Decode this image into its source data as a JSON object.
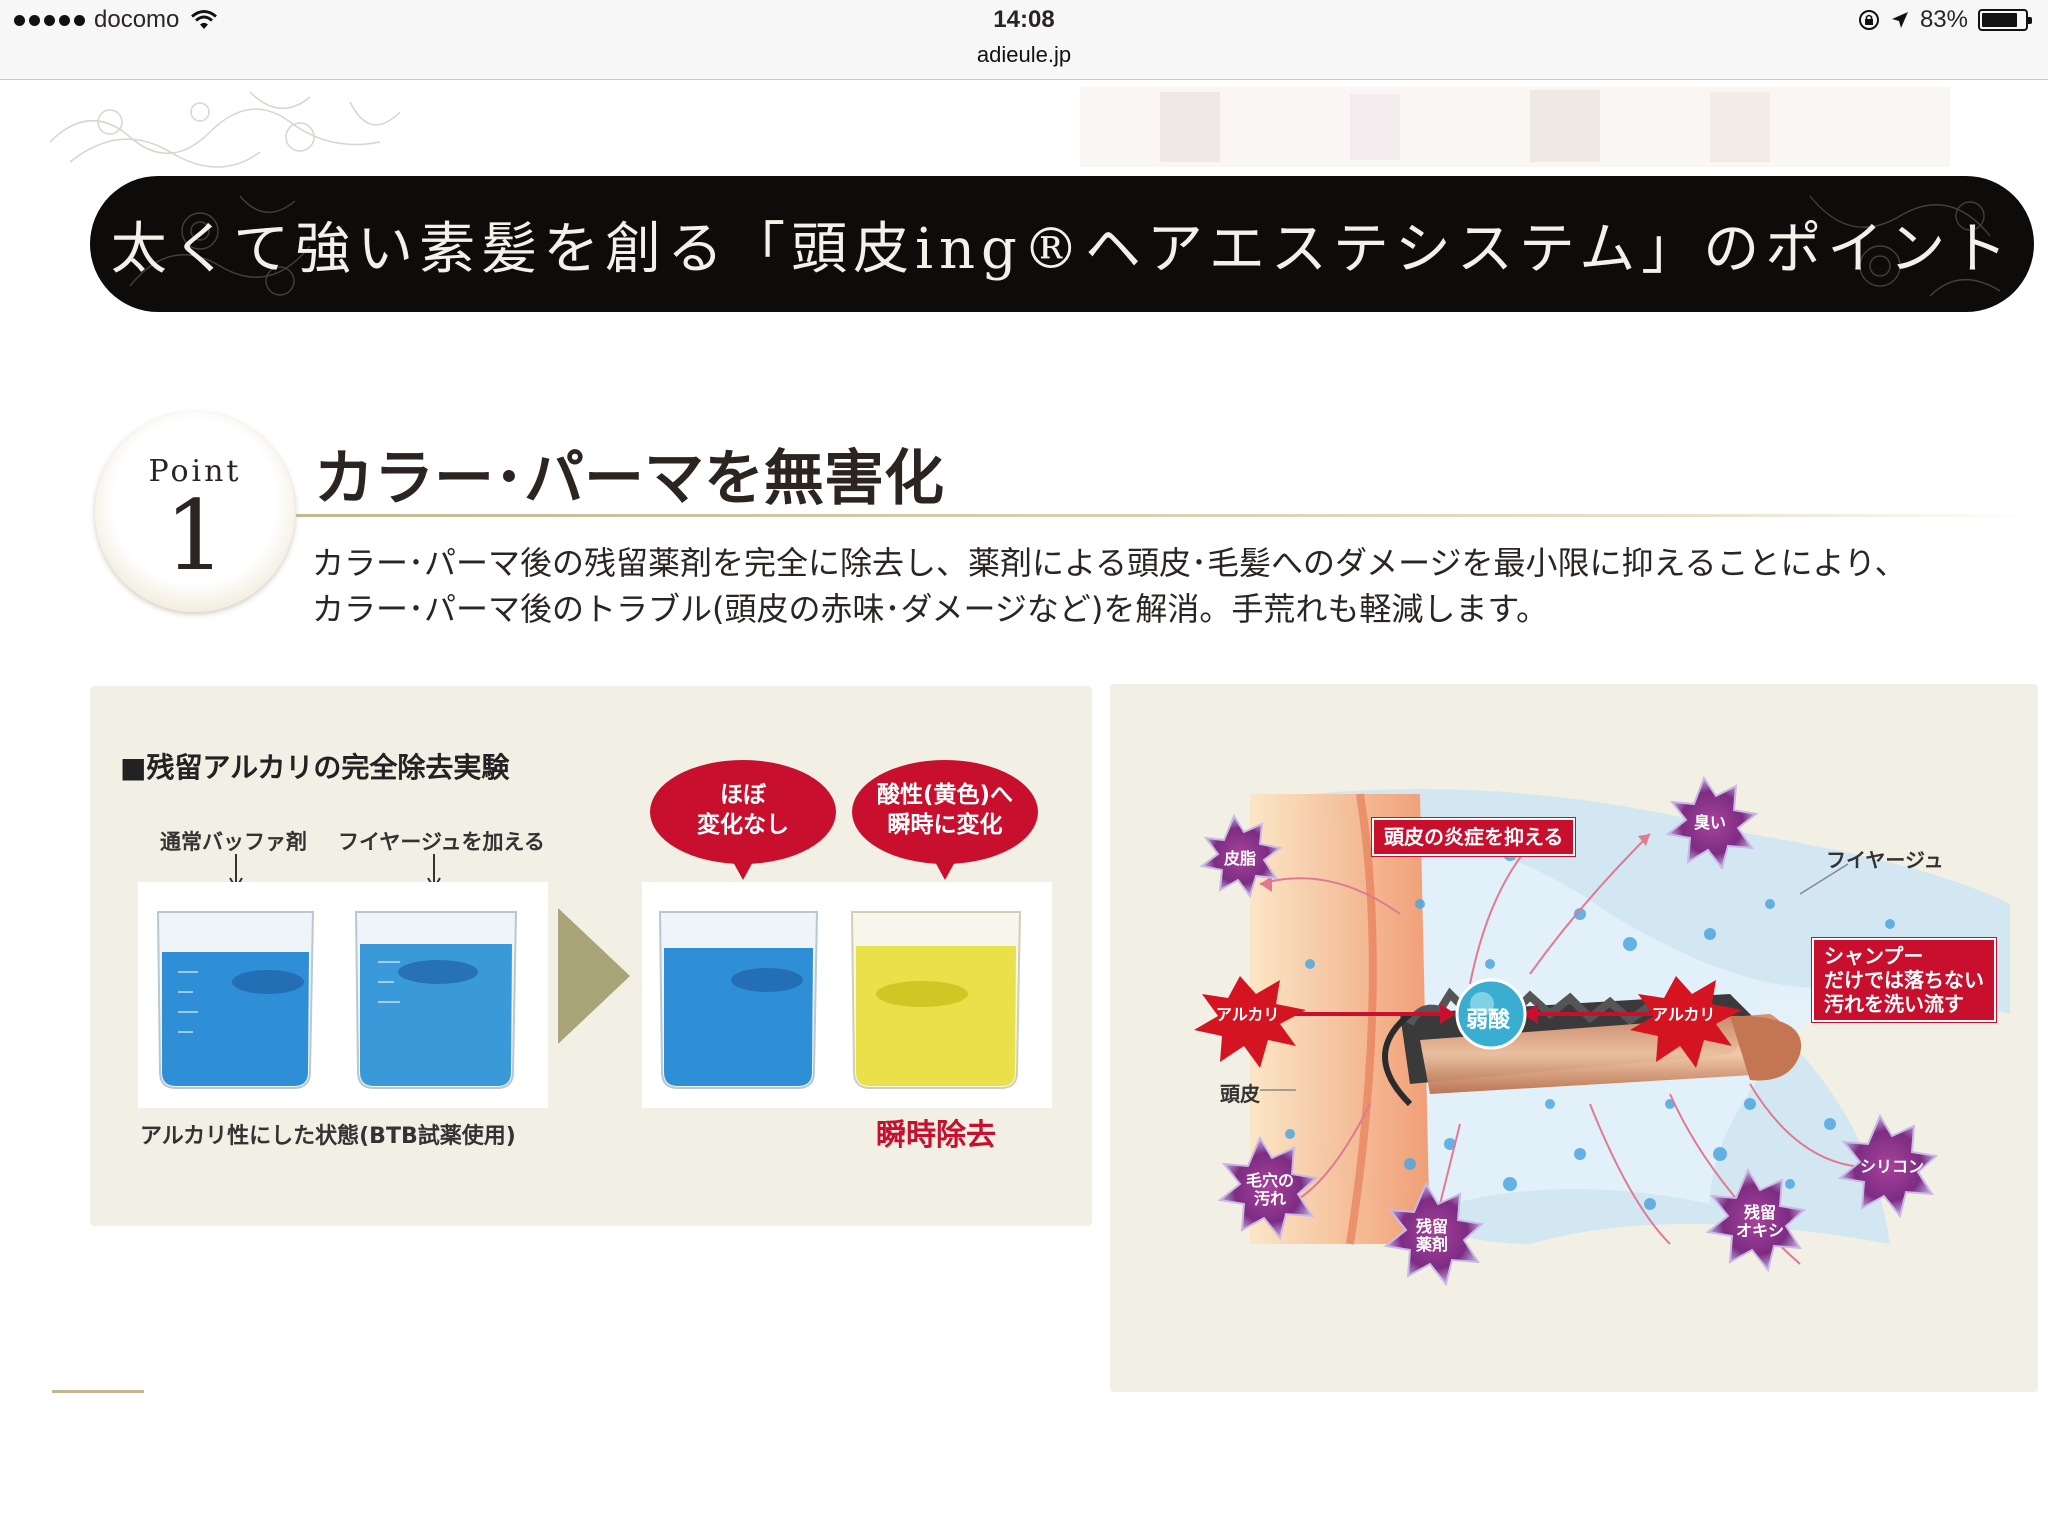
{
  "status_bar": {
    "carrier": "docomo",
    "time": "14:08",
    "url": "adieule.jp",
    "battery": "83%",
    "battery_level": 0.83
  },
  "banner": {
    "title": "太くて強い素髪を創る「頭皮ing®ヘアエステシステム」のポイント"
  },
  "point": {
    "word": "Point",
    "number": "1",
    "title": "カラー･パーマを無害化",
    "description_line1": "カラー･パーマ後の残留薬剤を完全に除去し、薬剤による頭皮･毛髪へのダメージを最小限に抑えることにより、",
    "description_line2": "カラー･パーマ後のトラブル(頭皮の赤味･ダメージなど)を解消。手荒れも軽減します。"
  },
  "experiment": {
    "title": "■残留アルカリの完全除去実験",
    "label_normal": "通常バッファ剤",
    "label_fiyage": "フイヤージュを加える",
    "caption": "アルカリ性にした状態(BTB試薬使用)",
    "bubble_left_line1": "ほぼ",
    "bubble_left_line2": "変化なし",
    "bubble_right_line1": "酸性(黄色)へ",
    "bubble_right_line2": "瞬時に変化",
    "result": "瞬時除去",
    "colors": {
      "blue": "#2f8fd6",
      "yellow": "#e9e04a",
      "red": "#c8102e"
    }
  },
  "diagram": {
    "box_scalp_inflammation": "頭皮の炎症を抑える",
    "box_shampoo_line1": "シャンプー",
    "box_shampoo_line2": "だけでは落ちない",
    "box_shampoo_line3": "汚れを洗い流す",
    "label_fiyage": "フイヤージュ",
    "label_scalp": "頭皮",
    "center": "弱酸",
    "alkali_left": "アルカリ",
    "alkali_right": "アルカリ",
    "burst_sebum": "皮脂",
    "burst_odor": "臭い",
    "burst_pore_line1": "毛穴の",
    "burst_pore_line2": "汚れ",
    "burst_residual_drug_line1": "残留",
    "burst_residual_drug_line2": "薬剤",
    "burst_residual_oxy_line1": "残留",
    "burst_residual_oxy_line2": "オキシ",
    "burst_silicone": "シリコン"
  }
}
